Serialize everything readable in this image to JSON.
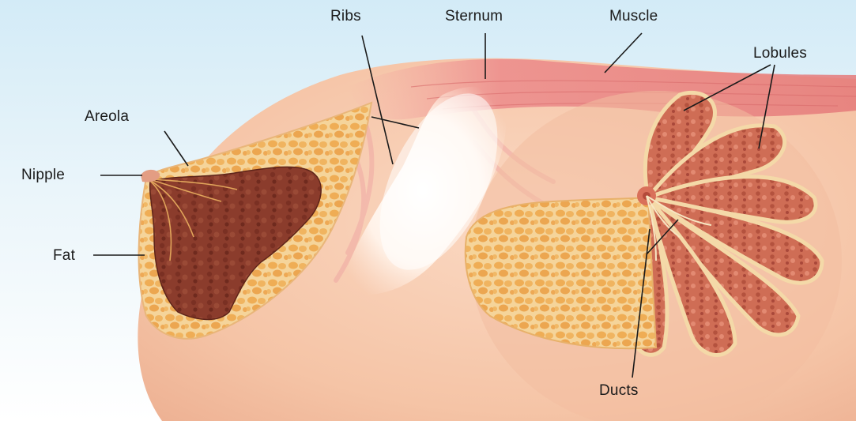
{
  "labels": {
    "ribs": "Ribs",
    "sternum": "Sternum",
    "muscle": "Muscle",
    "lobules": "Lobules",
    "areola": "Areola",
    "nipple": "Nipple",
    "fat": "Fat",
    "ducts": "Ducts"
  },
  "colors": {
    "background_top": "#cfe8f5",
    "skin": "#f6c9ad",
    "fat": "#f3c77e",
    "gland": "#8a3a2a",
    "lobule": "#c8624a",
    "muscle": "#e88a8a",
    "sternum": "#fff4ec",
    "leader_line": "#1a1a1a"
  }
}
